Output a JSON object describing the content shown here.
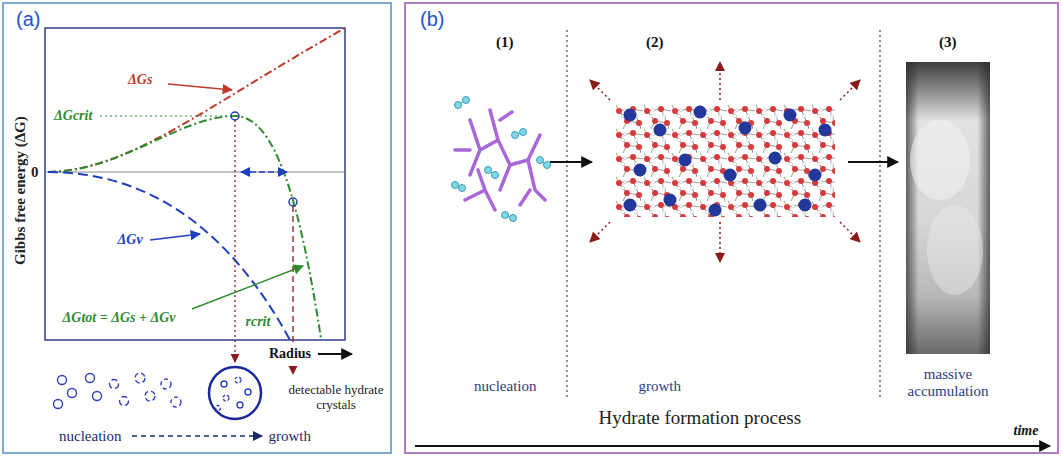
{
  "diagram": {
    "nodes": [
      {
        "text": [
          "(a)"
        ]
      },
      {
        "text": [
          "(b)"
        ]
      }
    ],
    "labels": [
      "Gibbs free energy (ΔG)",
      "0",
      "ΔGs",
      "ΔGcrit",
      "ΔGv",
      "ΔGtot = ΔGs + ΔGv",
      "rcrit",
      "Radius",
      "detectable hydrate crystals",
      "nucleation",
      "growth",
      "(1)",
      "(2)",
      "(3)",
      "nucleation",
      "growth",
      "massive accumulation",
      "Hydrate formation process",
      "time"
    ]
  }
}
